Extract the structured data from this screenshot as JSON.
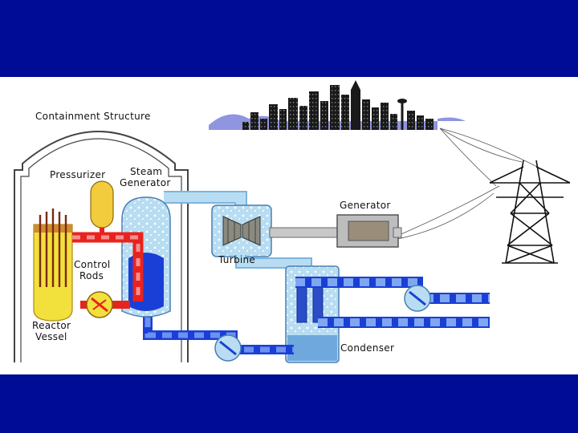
{
  "labels": {
    "containment_structure": "Containment Structure",
    "pressurizer": "Pressurizer",
    "steam_line1": "Steam",
    "steam_line2": "Generator",
    "control_line1": "Control",
    "control_line2": "Rods",
    "reactor_line1": "Reactor",
    "reactor_line2": "Vessel",
    "generator": "Generator",
    "turbine": "Turbine",
    "condenser": "Condenser"
  },
  "colors": {
    "slide_band": "#000C96",
    "primary_loop": "#E8231E",
    "reactor_core": "#F2E03C",
    "coolant_dark": "#1A3FD6",
    "steam_light": "#B8DDF2",
    "containment_outline": "#444444"
  }
}
